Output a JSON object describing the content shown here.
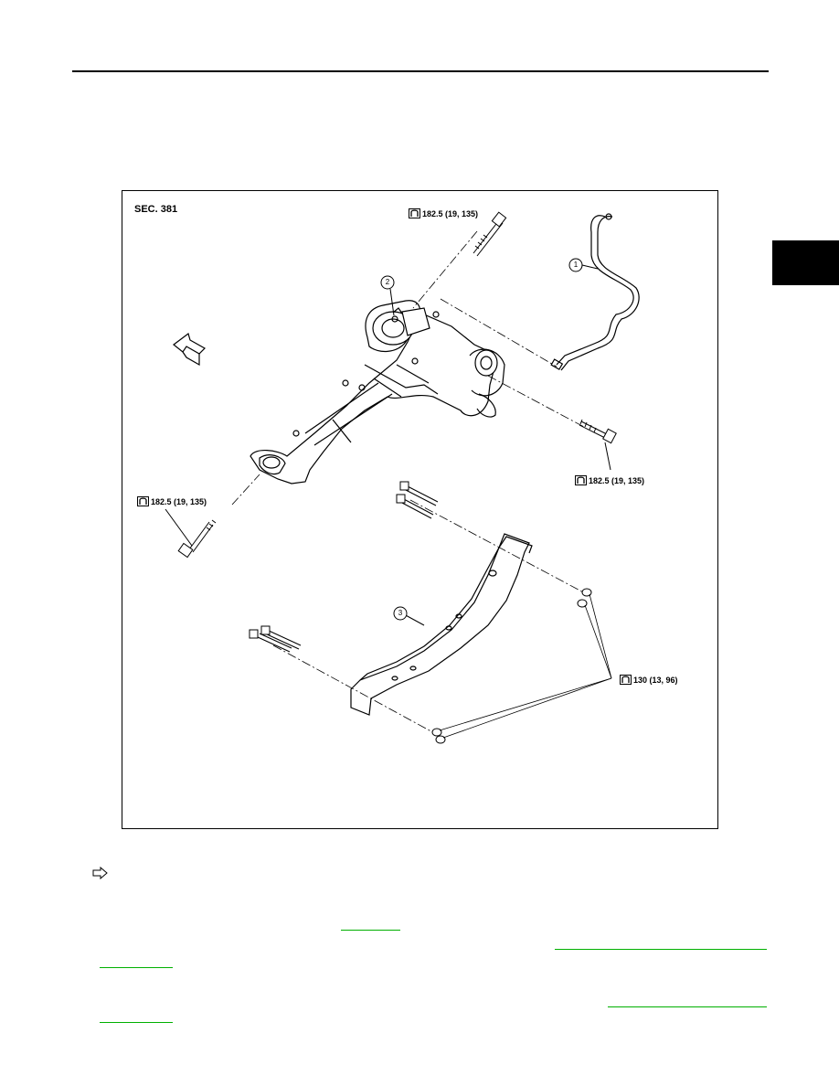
{
  "figure": {
    "section": "SEC. 381",
    "callouts": [
      "1",
      "2",
      "3"
    ],
    "torque_specs": {
      "bolt_top": "182.5 (19, 135)",
      "bolt_right": "182.5 (19, 135)",
      "bolt_left": "182.5 (19, 135)",
      "mount_nuts": "130 (13, 96)"
    }
  },
  "icons": {
    "front_arrow": "vehicle-front-arrow-icon",
    "legend_arrow": "legend-front-arrow-icon",
    "torque_wrench": "torque-wrench-icon"
  },
  "colors": {
    "link": "#00b000",
    "ink": "#000000"
  }
}
